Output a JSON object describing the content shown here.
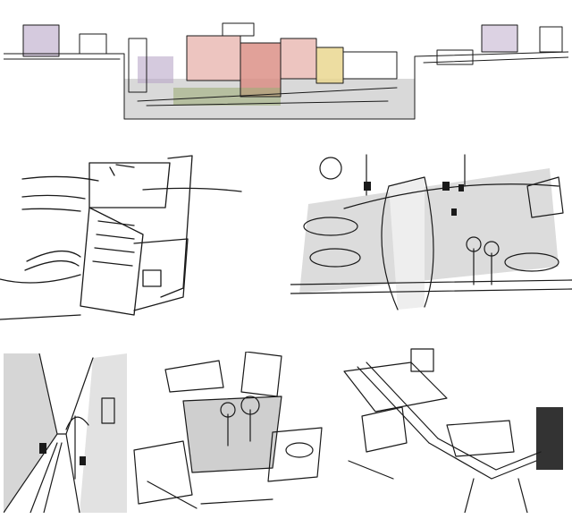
{
  "colors": {
    "ink": "#1a1a1a",
    "shade": "#c8c8c8",
    "wash_red": "#d98a80",
    "wash_pink": "#e8b7b0",
    "wash_yellow": "#e8d58a",
    "wash_green": "#9fae7a",
    "wash_purple": "#b9a6c8"
  },
  "sketches": [
    {
      "id": "section-elevation"
    },
    {
      "id": "block-axonometric"
    },
    {
      "id": "landscape-park"
    },
    {
      "id": "alley-perspective"
    },
    {
      "id": "courtyard-axonometric"
    },
    {
      "id": "stair-path-axonometric"
    }
  ]
}
